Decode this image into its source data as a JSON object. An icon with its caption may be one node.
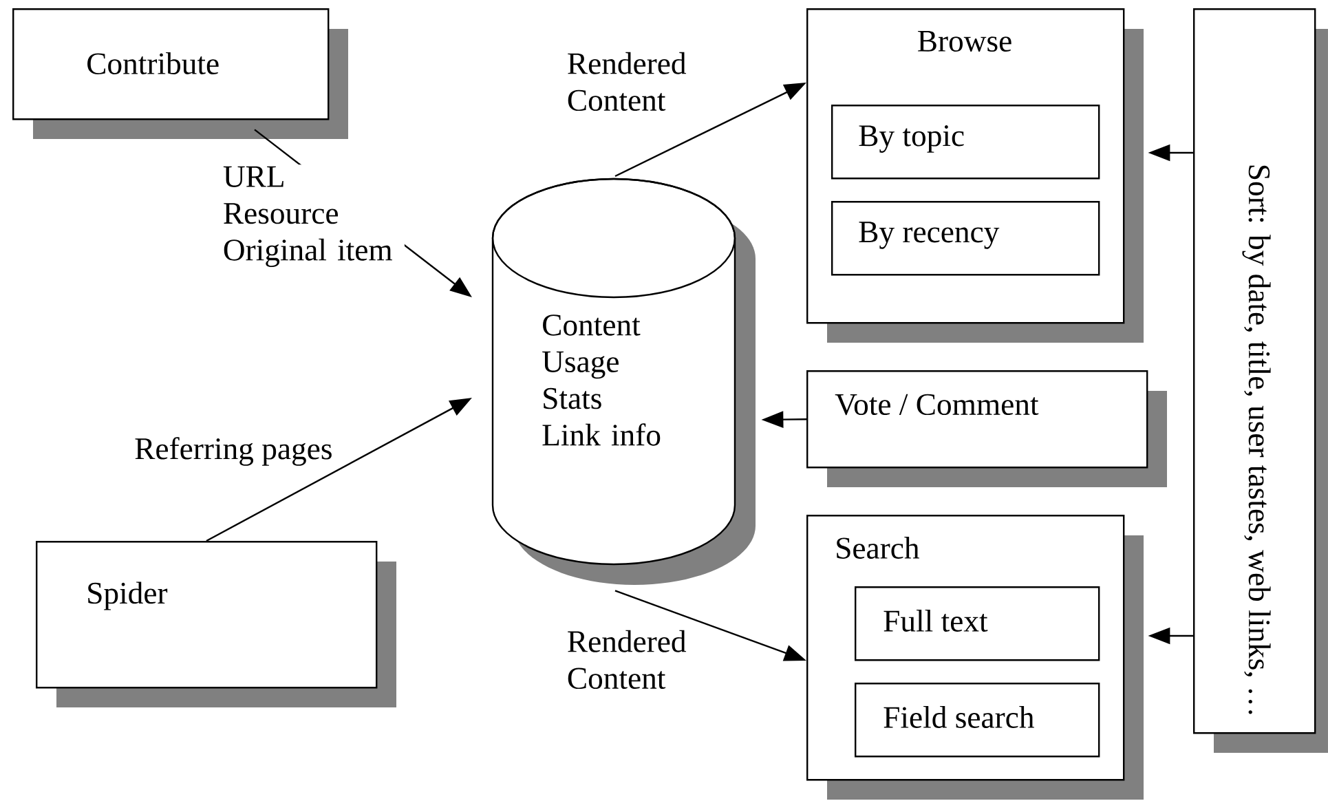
{
  "diagram": {
    "nodes": [
      {
        "text": [
          "Contribute"
        ]
      },
      {
        "text": [
          "Content Usage Stats Link info"
        ]
      },
      {
        "text": [
          "Browse"
        ]
      },
      {
        "text": [
          "By topic"
        ],
        "in": 2
      },
      {
        "text": [
          "By recency"
        ],
        "in": 2
      },
      {
        "text": [
          "Vote / Comment"
        ]
      },
      {
        "text": [
          "Search"
        ]
      },
      {
        "text": [
          "Full text"
        ],
        "in": 6
      },
      {
        "text": [
          "Field search"
        ],
        "in": 6
      },
      {
        "text": [
          "Sort:  by date, title, user tastes, web links, …"
        ]
      },
      {
        "text": [
          "Spider"
        ]
      }
    ],
    "edges": [
      {
        "from": 0,
        "to": 1,
        "arrow": "to",
        "label": "URL Resource Original item"
      },
      {
        "from": 10,
        "to": 1,
        "arrow": "to",
        "label": "Referring pages"
      },
      {
        "from": 1,
        "to": 2,
        "arrow": "to",
        "label": "Rendered Content"
      },
      {
        "from": 1,
        "to": 6,
        "arrow": "to",
        "label": "Rendered Content"
      },
      {
        "from": 5,
        "to": 1,
        "arrow": "to"
      },
      {
        "from": 9,
        "to": 2,
        "arrow": "to"
      },
      {
        "from": 9,
        "to": 6,
        "arrow": "to"
      }
    ]
  }
}
